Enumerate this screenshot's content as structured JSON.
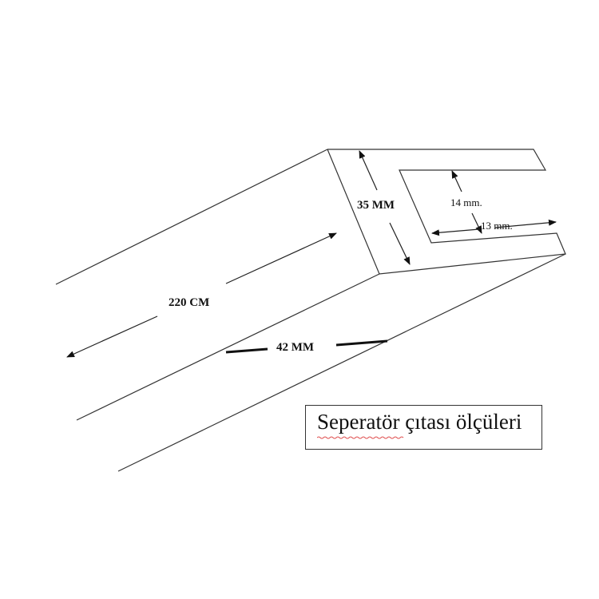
{
  "diagram": {
    "title": "Seperatör çıtası ölçüleri",
    "labels": {
      "length": "220 CM",
      "width": "42 MM",
      "height": "35 MM",
      "slot_depth": "14 mm.",
      "slot_width": "13 mm."
    },
    "colors": {
      "line": "#333333",
      "text": "#111111",
      "spellcheck_underline": "#e05050"
    }
  }
}
